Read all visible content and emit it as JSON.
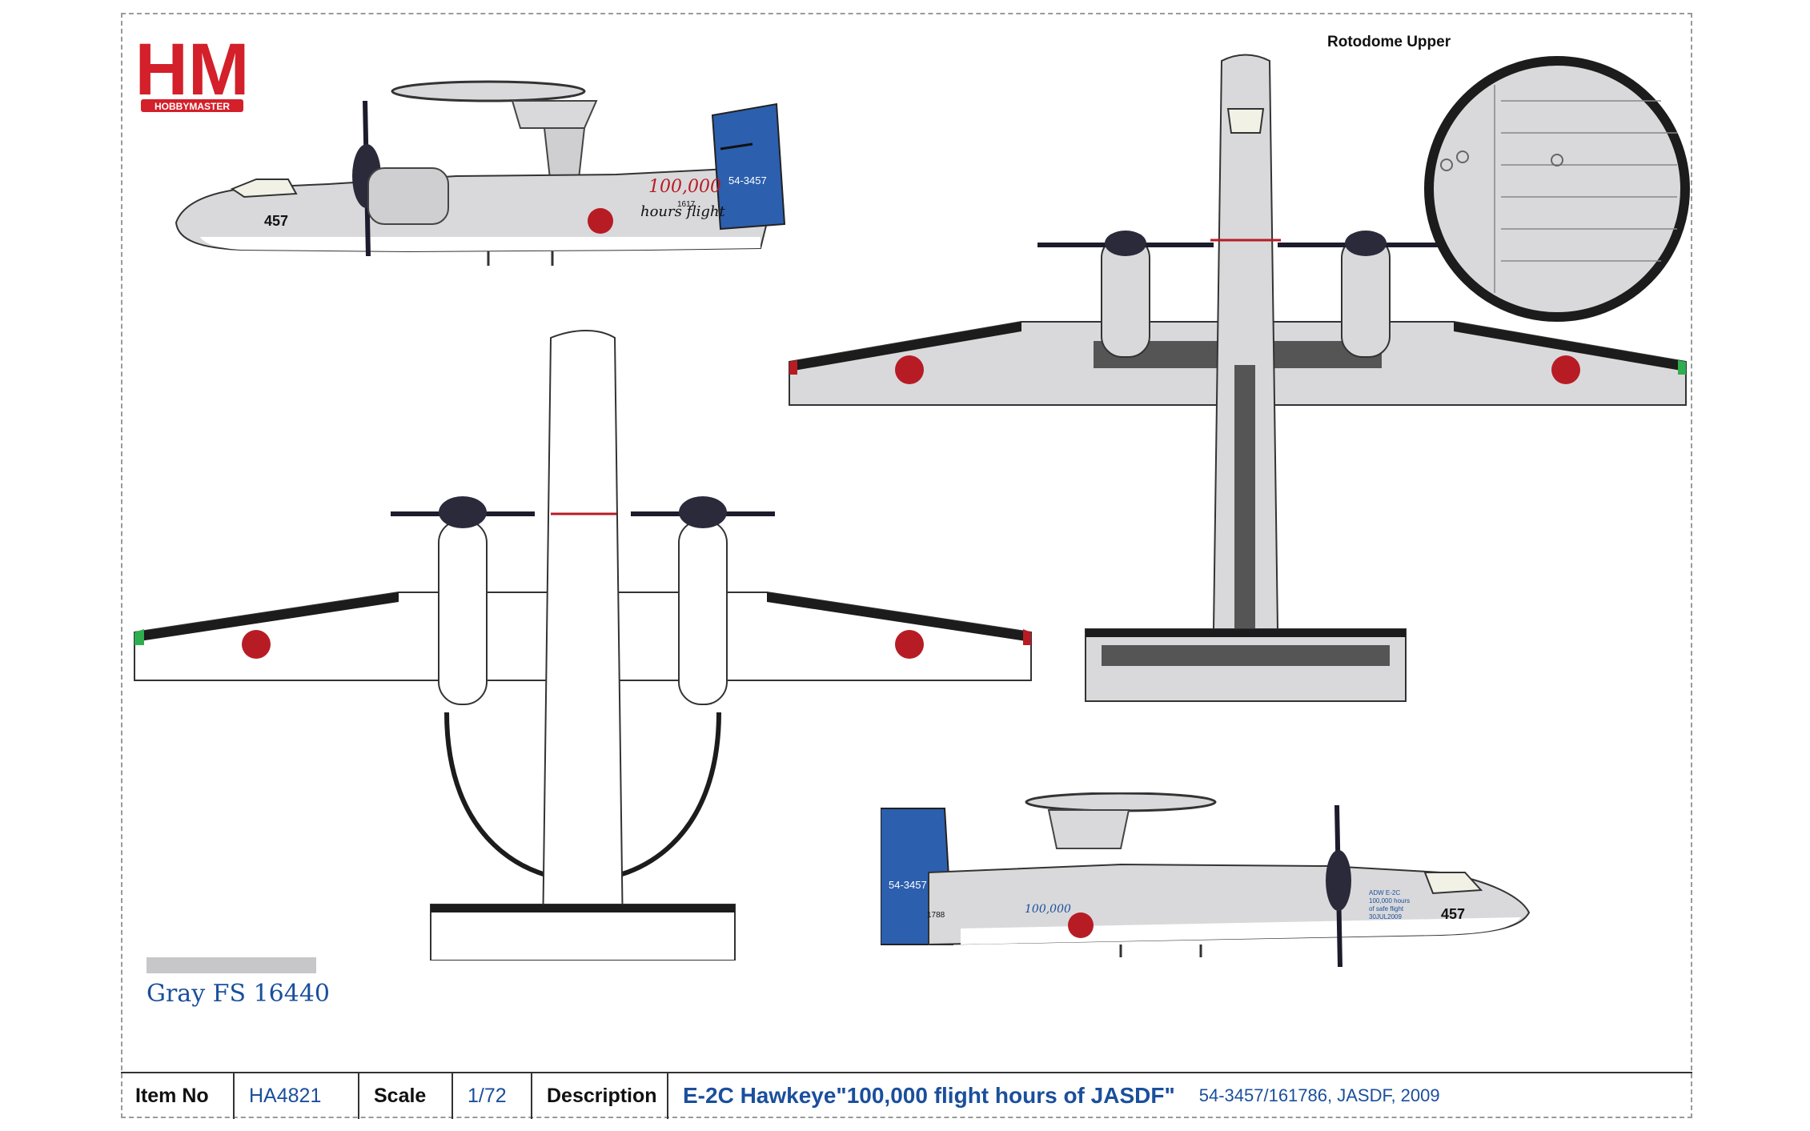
{
  "brand": {
    "logo_text": "HM",
    "logo_subtext": "HOBBYMASTER",
    "primary_color": "#d3202a"
  },
  "views": {
    "rotodome_label": "Rotodome Upper"
  },
  "markings": {
    "tail_number": "457",
    "fuselage_number": "54-3457",
    "serial_partial": "1617",
    "serial_partial_right": "1788",
    "slogan_number": "100,000",
    "slogan_text": "hours flight",
    "badge_lines": [
      "ADW E-2C",
      "100,000 hours",
      "of safe flight",
      "30JUL2009"
    ]
  },
  "swatch": {
    "label": "Gray  FS 16440",
    "color": "#c7c7c9"
  },
  "colors": {
    "aircraft_gray": "#d9d9db",
    "dark_gray": "#555555",
    "tail_blue": "#2c5fae",
    "hinomaru_red": "#b71c25",
    "text_blue": "#1a4f9c"
  },
  "info": {
    "item_no_label": "Item No",
    "item_no_value": "HA4821",
    "scale_label": "Scale",
    "scale_value": "1/72",
    "description_label": "Description",
    "description_main": "E-2C Hawkeye\"100,000 flight hours of JASDF\"",
    "description_sub": "54-3457/161786, JASDF, 2009"
  }
}
